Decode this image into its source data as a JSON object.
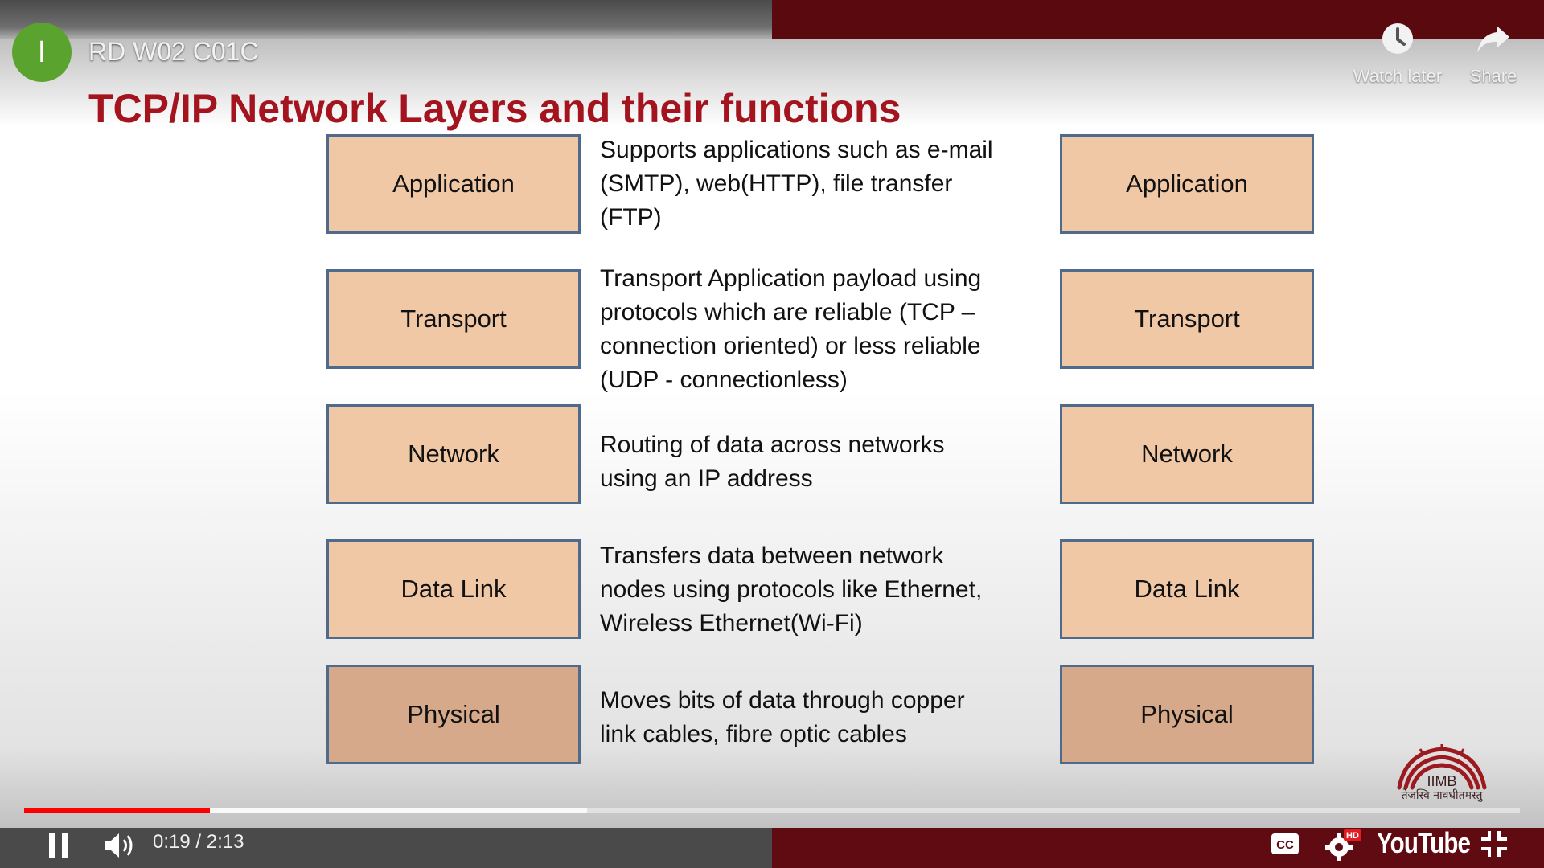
{
  "player": {
    "channel_avatar_letter": "I",
    "video_title": "RD W02 C01C",
    "watch_later_label": "Watch later",
    "share_label": "Share",
    "time_display": "0:19 / 2:13",
    "played_fraction": 0.124,
    "wordmark": "YouTube",
    "hd_badge": "HD",
    "cc_label": "CC",
    "colors": {
      "progress": "#ff0000",
      "brand_red": "#600a12",
      "avatar": "#5aa32f"
    }
  },
  "slide": {
    "title": "TCP/IP Network Layers and their functions",
    "title_color": "#a3141f",
    "layers": [
      {
        "name": "Application",
        "description_lines": [
          "Supports applications such as e-mail",
          "(SMTP), web(HTTP), file transfer",
          "(FTP)"
        ]
      },
      {
        "name": "Transport",
        "description_lines": [
          "Transport Application payload using",
          "protocols which are reliable (TCP –",
          "connection oriented) or less reliable",
          "(UDP - connectionless)"
        ]
      },
      {
        "name": "Network",
        "description_lines": [
          "Routing of data across networks",
          "using an IP address"
        ]
      },
      {
        "name": "Data Link",
        "description_lines": [
          "Transfers data between network",
          "nodes using protocols like Ethernet,",
          "Wireless Ethernet(Wi-Fi)"
        ]
      },
      {
        "name": "Physical",
        "description_lines": [
          "Moves bits of data through copper",
          "link cables, fibre optic cables"
        ]
      }
    ],
    "logo": {
      "name": "IIMB",
      "motto": "तेजस्वि नावधीतमस्तु"
    }
  }
}
